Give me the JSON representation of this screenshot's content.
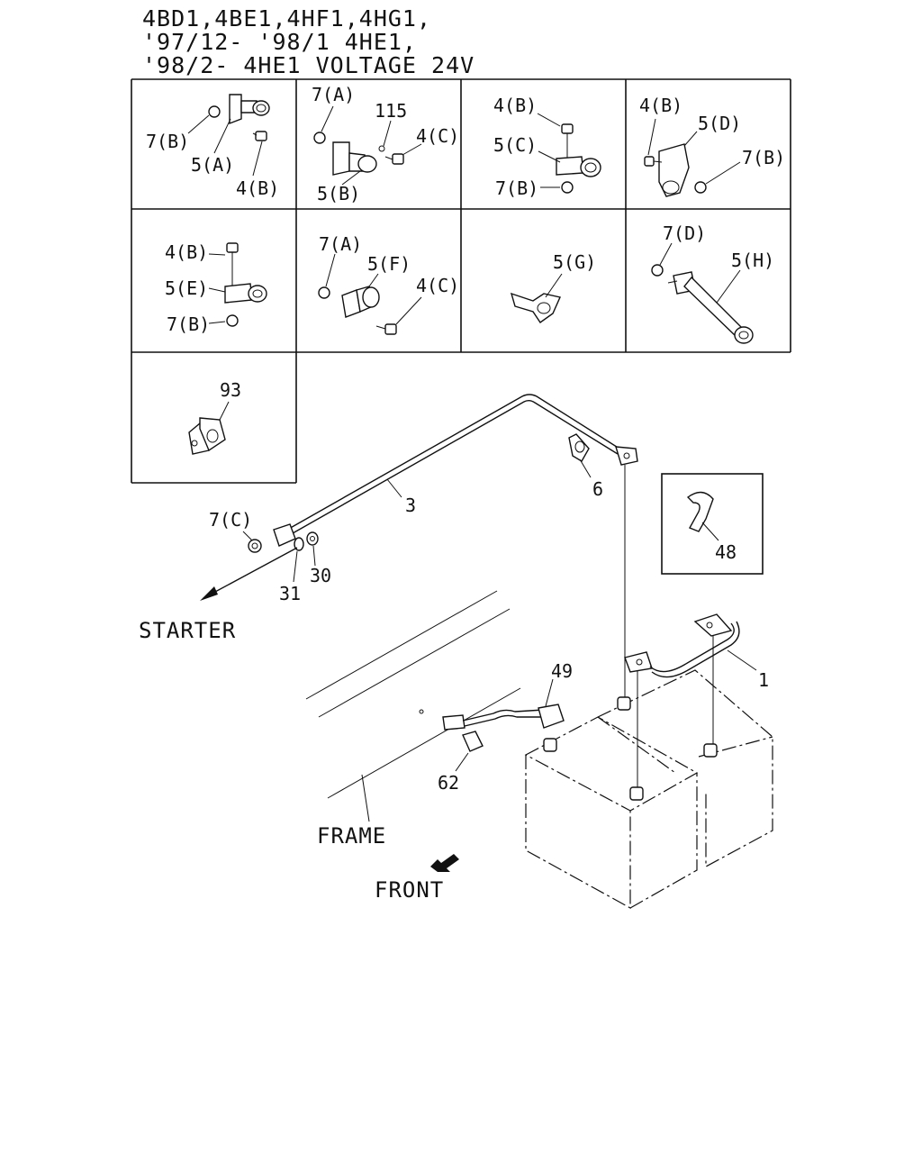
{
  "header": {
    "line1": "4BD1,4BE1,4HF1,4HG1,",
    "line2": "'97/12- '98/1 4HE1,",
    "line3": "'98/2- 4HE1 VOLTAGE 24V"
  },
  "details": {
    "a": [
      "7(B)",
      "5(A)",
      "4(B)"
    ],
    "b": [
      "7(A)",
      "115",
      "4(C)",
      "5(B)"
    ],
    "c": [
      "4(B)",
      "5(C)",
      "7(B)"
    ],
    "d": [
      "4(B)",
      "5(D)",
      "7(B)"
    ],
    "e": [
      "4(B)",
      "5(E)",
      "7(B)"
    ],
    "f": [
      "7(A)",
      "5(F)",
      "4(C)"
    ],
    "g": [
      "5(G)"
    ],
    "h": [
      "7(D)",
      "5(H)"
    ],
    "i": [
      "93"
    ]
  },
  "main": {
    "c3": "3",
    "c6": "6",
    "c7c": "7(C)",
    "c31": "31",
    "c30": "30",
    "c48": "48",
    "c1": "1",
    "c49": "49",
    "c62": "62",
    "starter": "STARTER",
    "frame": "FRAME",
    "front": "FRONT"
  }
}
